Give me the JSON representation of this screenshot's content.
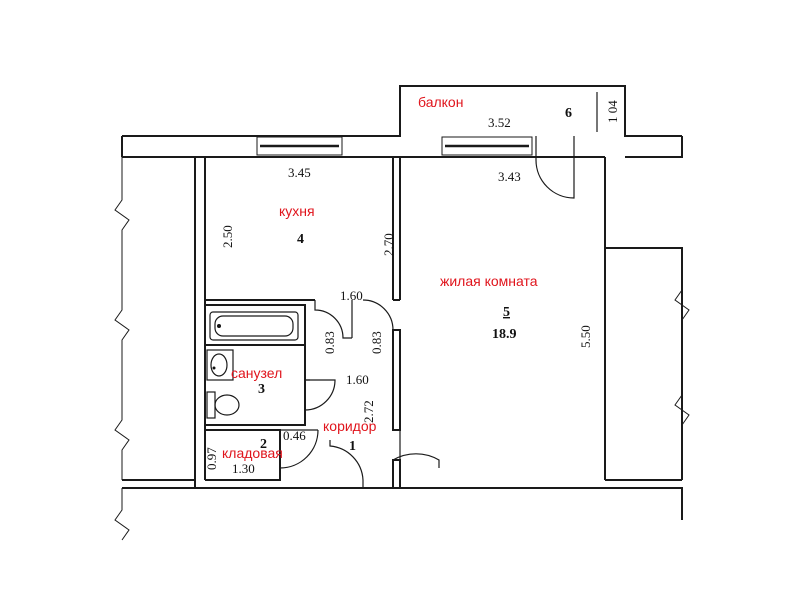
{
  "rooms": {
    "balcony": {
      "label": "балкон",
      "number": "6",
      "dim_width": "3.52",
      "dim_depth": "1 04"
    },
    "kitchen": {
      "label": "кухня",
      "number": "4",
      "dim_top": "3.45",
      "dim_left": "2.50",
      "dim_right": "2.70",
      "dim_bottom": "1.60"
    },
    "living": {
      "label": "жилая комната",
      "number": "5",
      "area": "18.9",
      "dim_top": "3.43",
      "dim_right": "5.50"
    },
    "bathroom": {
      "label": "санузел",
      "number": "3",
      "dim_left_door": "0.83",
      "dim_right_door": "0.83",
      "dim_bottom": "1.60"
    },
    "corridor": {
      "label": "коридор",
      "number": "1",
      "dim_height": "2.72"
    },
    "storage": {
      "label": "кладовая",
      "number": "2",
      "dim_door": "0.46",
      "dim_height": "0.97",
      "dim_width": "1.30"
    }
  }
}
